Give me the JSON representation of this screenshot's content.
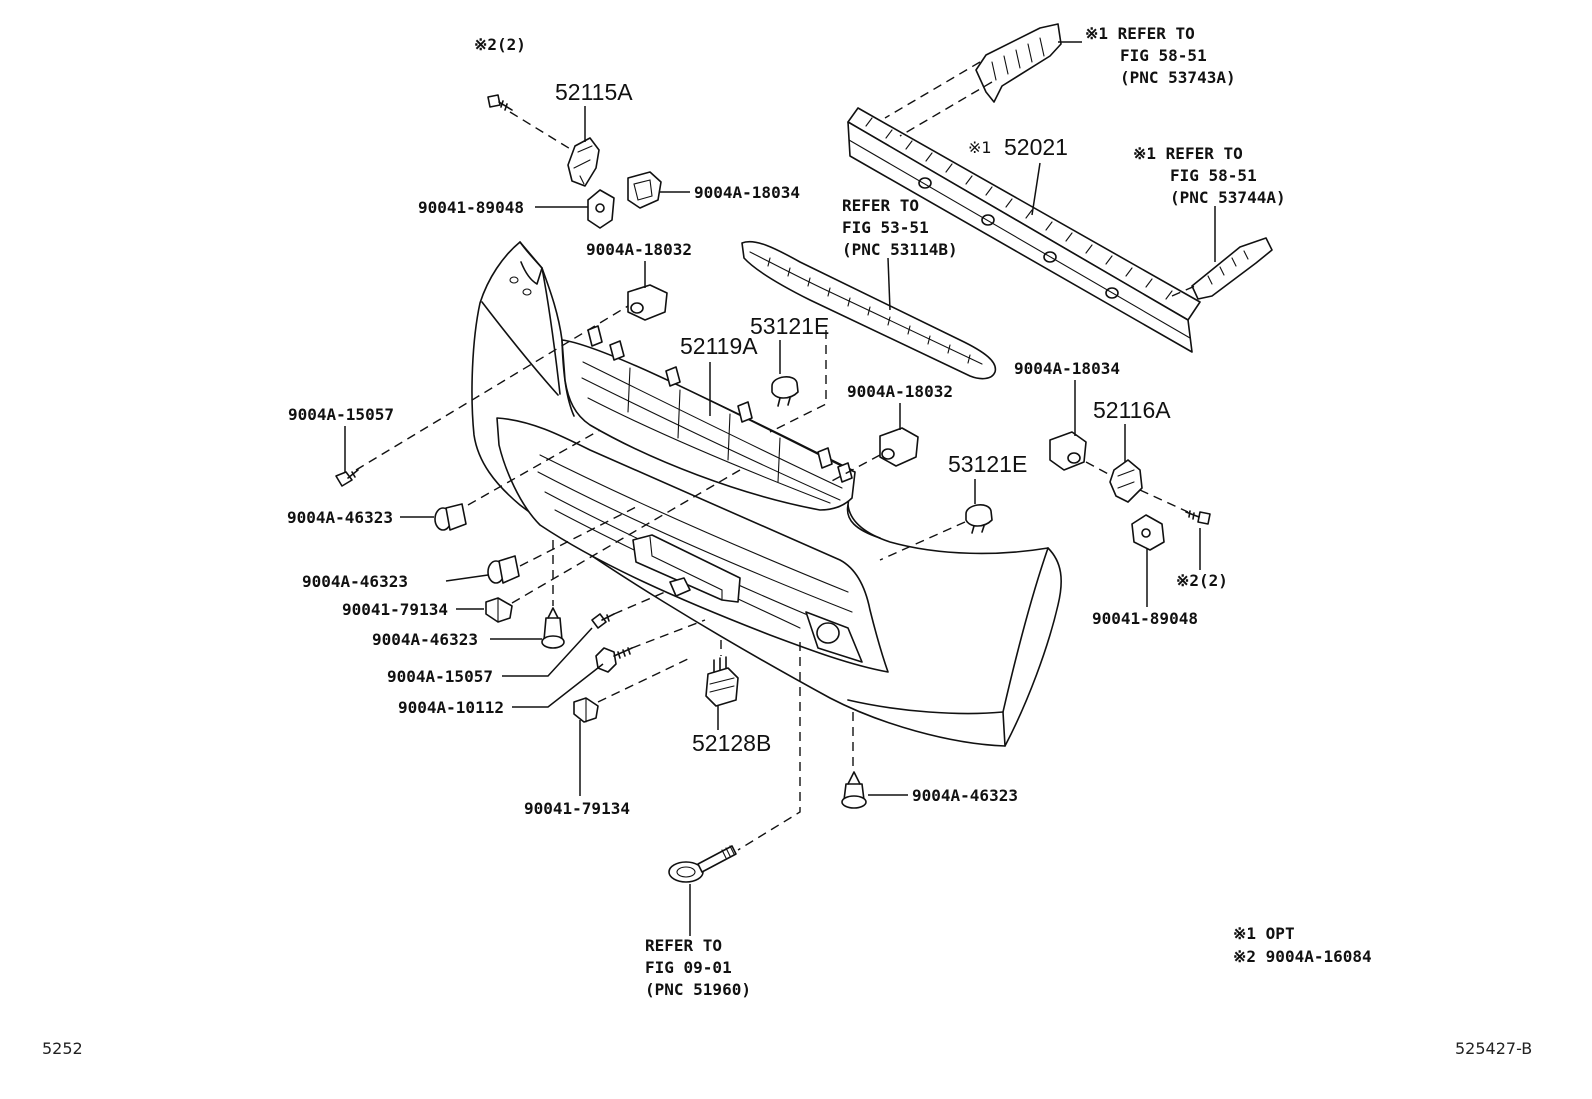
{
  "figure": {
    "page_number": "5252",
    "illustration_code": "525427-B"
  },
  "notes": {
    "note1": "※1 OPT",
    "note2": "※2 9004A-16084"
  },
  "parts": {
    "bracket_left": "52115A",
    "reinforcement_mark": "※1",
    "reinforcement": "52021",
    "grille": "52119A",
    "rivet_upper": "53121E",
    "bracket_right": "52116A",
    "rivet_right": "53121E",
    "bracket_lower": "52128B"
  },
  "callouts": {
    "screw_note_left": "※2(2)",
    "nut_left": "90041-89048",
    "clip_upper": "9004A-18034",
    "clip_left": "9004A-18032",
    "clip_right_upper": "9004A-18034",
    "clip_right": "9004A-18032",
    "screw_left": "9004A-15057",
    "rivet_a": "9004A-46323",
    "rivet_b": "9004A-46323",
    "retainer_a": "90041-79134",
    "rivet_c": "9004A-46323",
    "screw_b": "9004A-15057",
    "bolt": "9004A-10112",
    "screw_note_right": "※2(2)",
    "nut_right": "90041-89048",
    "retainer_b": "90041-79134",
    "rivet_d": "9004A-46323"
  },
  "references": [
    {
      "lines": [
        "※1 REFER TO",
        "FIG 58-51",
        "(PNC 53743A)"
      ]
    },
    {
      "lines": [
        "※1 REFER TO",
        "FIG 58-51",
        "(PNC 53744A)"
      ]
    },
    {
      "lines": [
        "REFER TO",
        "FIG 53-51",
        "(PNC 53114B)"
      ]
    },
    {
      "lines": [
        "REFER TO",
        "FIG 09-01",
        "(PNC 51960)"
      ]
    }
  ]
}
